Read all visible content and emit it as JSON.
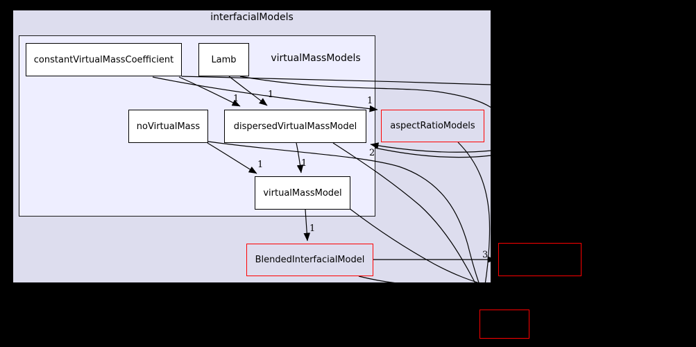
{
  "graph": {
    "outer_cluster_label": "interfacialModels",
    "inner_cluster_label": "virtualMassModels",
    "nodes": {
      "constantVirtualMassCoefficient": {
        "label": "constantVirtualMassCoefficient"
      },
      "lamb": {
        "label": "Lamb"
      },
      "noVirtualMass": {
        "label": "noVirtualMass"
      },
      "dispersedVirtualMassModel": {
        "label": "dispersedVirtualMassModel"
      },
      "aspectRatioModels": {
        "label": "aspectRatioModels"
      },
      "virtualMassModel": {
        "label": "virtualMassModel"
      },
      "blendedInterfacialModel": {
        "label": "BlendedInterfacialModel"
      },
      "externalRight": {
        "label": ""
      },
      "externalBottomRight": {
        "label": ""
      }
    },
    "edge_labels": {
      "cvmc_to_dispersed": "1",
      "lamb_to_dispersed": "1",
      "cvmc_to_aspect": "1",
      "novm_to_vmm": "1",
      "dispersed_to_vmm": "1",
      "vmm_to_blended": "1",
      "blended_to_external": "3",
      "external_to_dispersed": "2"
    },
    "colors": {
      "page_bg": "#000000",
      "outer_cluster_bg": "#ddddee",
      "inner_cluster_bg": "#eeeeff",
      "node_bg": "#ffffff",
      "node_border": "#000000",
      "highlight_border": "#ff0000",
      "edge": "#000000",
      "text": "#000000"
    }
  }
}
